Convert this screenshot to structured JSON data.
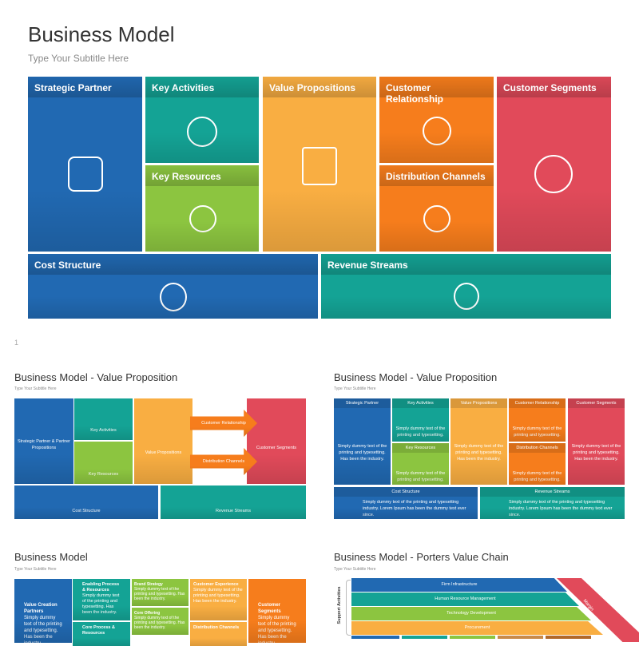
{
  "main": {
    "title": "Business Model",
    "subtitle": "Type Your Subtitle Here",
    "page_number": "1",
    "blocks": {
      "strategic_partner": "Strategic Partner",
      "key_activities": "Key Activities",
      "value_propositions": "Value Propositions",
      "customer_relationship": "Customer Relationship",
      "customer_segments": "Customer Segments",
      "key_resources": "Key Resources",
      "distribution_channels": "Distribution Channels",
      "cost_structure": "Cost Structure",
      "revenue_streams": "Revenue Streams"
    }
  },
  "slide2": {
    "title": "Business Model - Value Proposition",
    "subtitle": "Type Your Subtitle Here",
    "strategic_partner": "Strategic Partner & Partner Propositions",
    "key_activities": "Key Activities",
    "key_resources": "Key Resources",
    "value_propositions": "Value Propositions",
    "customer_relationship": "Customer Relationship",
    "distribution_channels": "Distribution Channels",
    "customer_segments": "Customer Segments",
    "cost_structure": "Cost Structure",
    "revenue_streams": "Revenue Streams"
  },
  "slide3": {
    "title": "Business Model - Value Proposition",
    "subtitle": "Type Your Subtitle Here",
    "headers": [
      "Strategic Partner",
      "Key Activities",
      "Key Resources",
      "Value Propositions",
      "Customer Relationship",
      "Distribution Channels",
      "Customer Segments",
      "Cost Structure",
      "Revenue Streams"
    ],
    "text_long": "Simply dummy text of the printing and typesetting. Has been the industry.",
    "text_short": "Simply dummy text of the printing and typesetting.",
    "text_wide": "Simply dummy text of the printing and typesetting industry. Lorem Ipsum has been the dummy text ever since."
  },
  "slide4": {
    "title": "Business Model",
    "subtitle": "Type Your Subtitle Here",
    "value_creation": "Value Creation Partners",
    "enabling": "Enabling Process & Resources",
    "core_process": "Core Process & Resources",
    "brand": "Brand Strategy",
    "core_offering": "Core Offering",
    "customer_experience": "Customer Experience",
    "distribution": "Distribution Channels",
    "segments": "Customer Segments",
    "text": "Simply dummy text of the printing and typesetting. Has been the industry."
  },
  "slide5": {
    "title": "Business Model - Porters Value Chain",
    "subtitle": "Type Your Subtitle Here",
    "support_label": "Support Activities",
    "bars": [
      "Firm Infrastructure",
      "Human Resource Management",
      "Technology Development",
      "Procurement"
    ],
    "margin": "Margin"
  }
}
